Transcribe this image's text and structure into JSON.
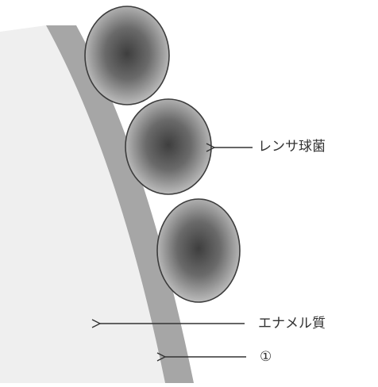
{
  "labels": {
    "bacteria": "レンサ球菌",
    "enamel": "エナメル質",
    "layer": "①"
  },
  "colors": {
    "enamel_fill": "#efefef",
    "layer_fill": "#a6a6a6",
    "cell_outline": "#3c3c3c",
    "cell_core": "#3e3e3e",
    "cell_edge": "#cfcfcf",
    "arrow": "#333333"
  }
}
